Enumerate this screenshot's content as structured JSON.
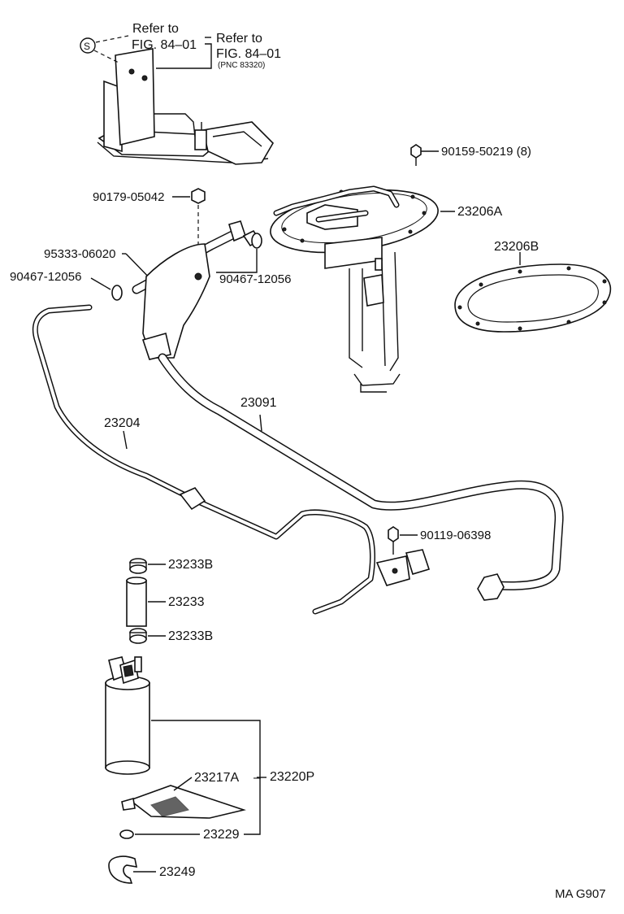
{
  "refs": {
    "s_symbol": "S",
    "refer1": "Refer to",
    "fig1": "FIG. 84–01",
    "refer2": "Refer to",
    "fig2": "FIG. 84–01",
    "pnc": "(PNC 83320)"
  },
  "labels": {
    "p90159": "90159-50219 (8)",
    "p90179": "90179-05042",
    "p23206A": "23206A",
    "p23206B": "23206B",
    "p95333": "95333-06020",
    "p90467a": "90467-12056",
    "p90467b": "90467-12056",
    "p23091": "23091",
    "p23204": "23204",
    "p90119": "90119-06398",
    "p23233B_top": "23233B",
    "p23233": "23233",
    "p23233B_bot": "23233B",
    "p23217A": "23217A",
    "p23220P": "23220P",
    "p23229": "23229",
    "p23249": "23249"
  },
  "code": "MA G907"
}
